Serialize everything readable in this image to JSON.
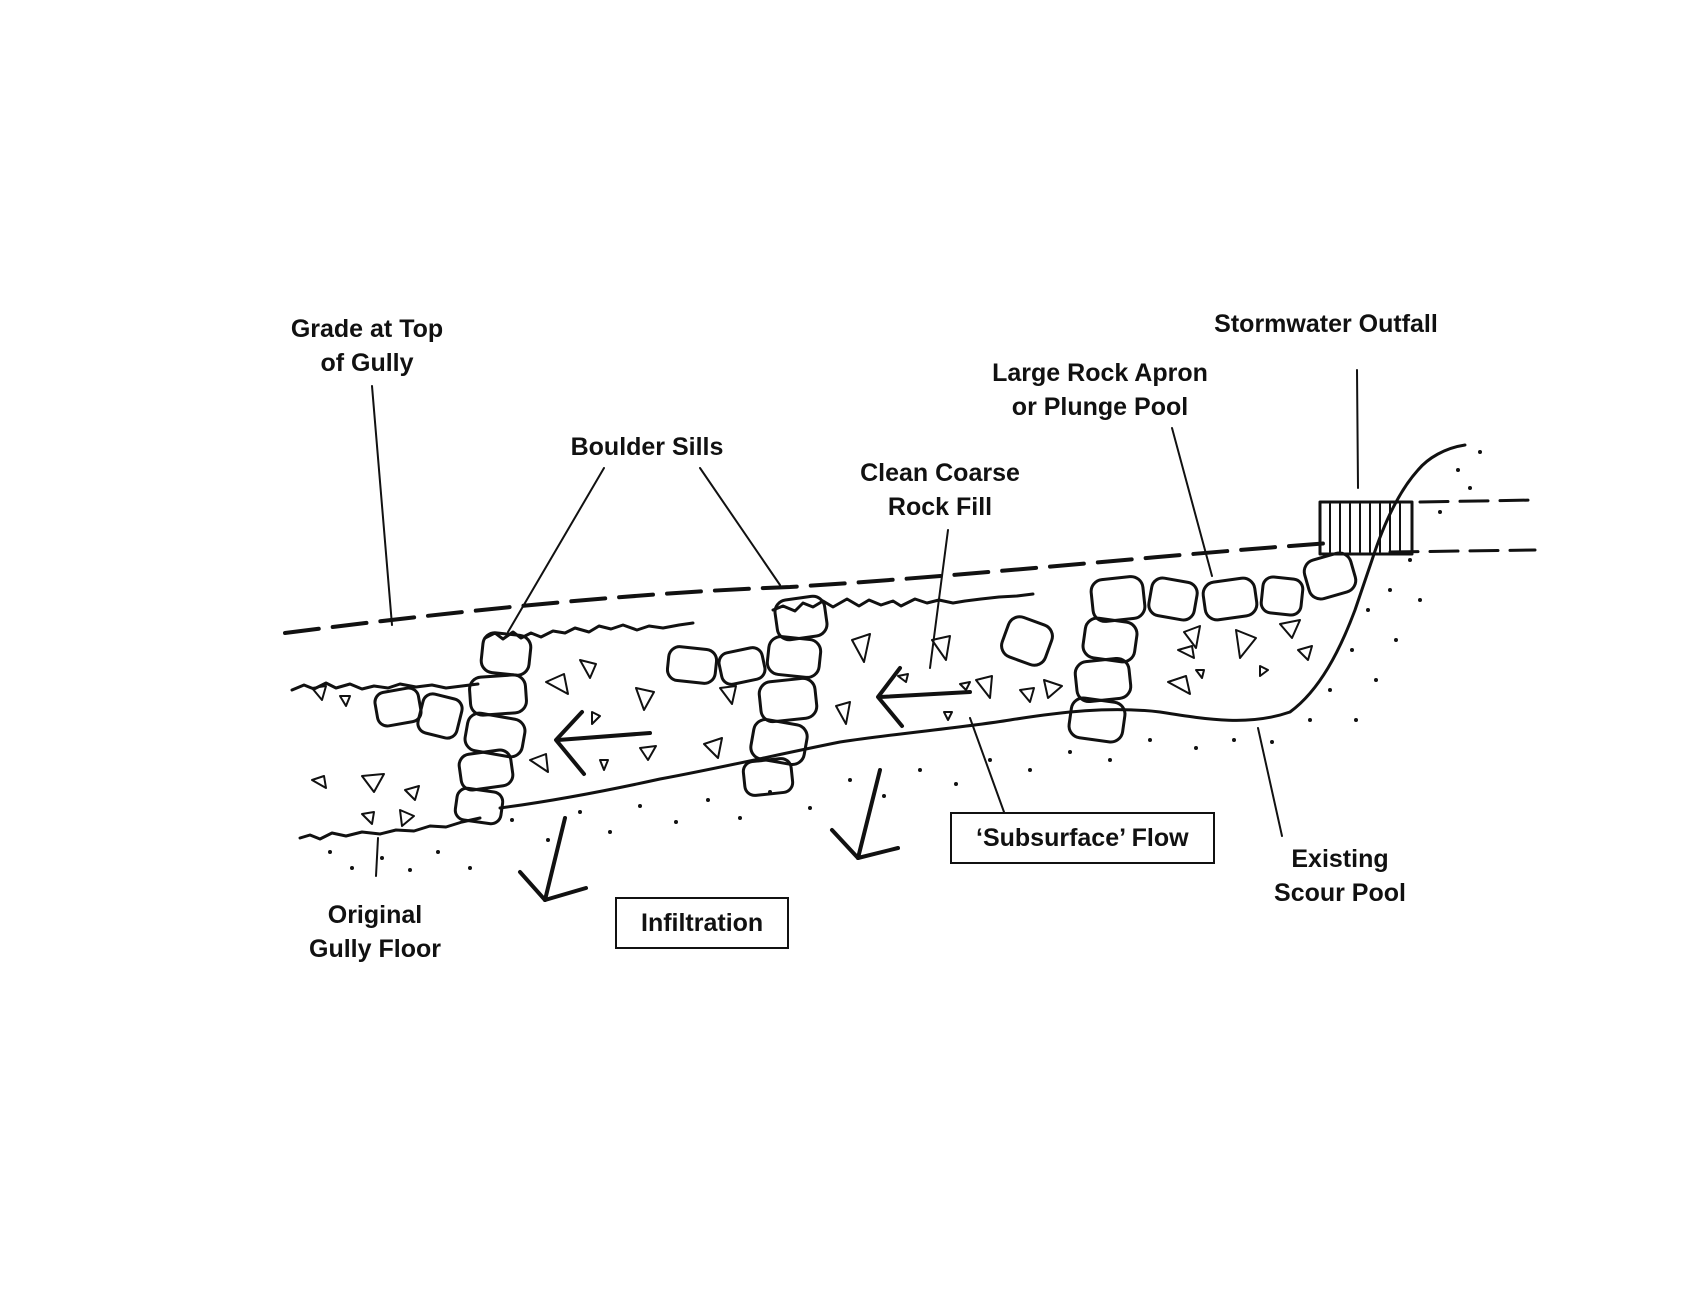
{
  "labels": {
    "grade_top": {
      "line1": "Grade at Top",
      "line2": "of Gully"
    },
    "boulder_sills": "Boulder Sills",
    "clean_rock_fill": {
      "line1": "Clean Coarse",
      "line2": "Rock Fill"
    },
    "rock_apron": {
      "line1": "Large Rock Apron",
      "line2": "or Plunge Pool"
    },
    "stormwater_outfall": "Stormwater Outfall",
    "subsurface_flow": "‘Subsurface’ Flow",
    "infiltration": "Infiltration",
    "original_floor": {
      "line1": "Original",
      "line2": "Gully Floor"
    },
    "scour_pool": {
      "line1": "Existing",
      "line2": "Scour Pool"
    }
  },
  "colors": {
    "ink": "#111111",
    "paper": "#ffffff"
  }
}
